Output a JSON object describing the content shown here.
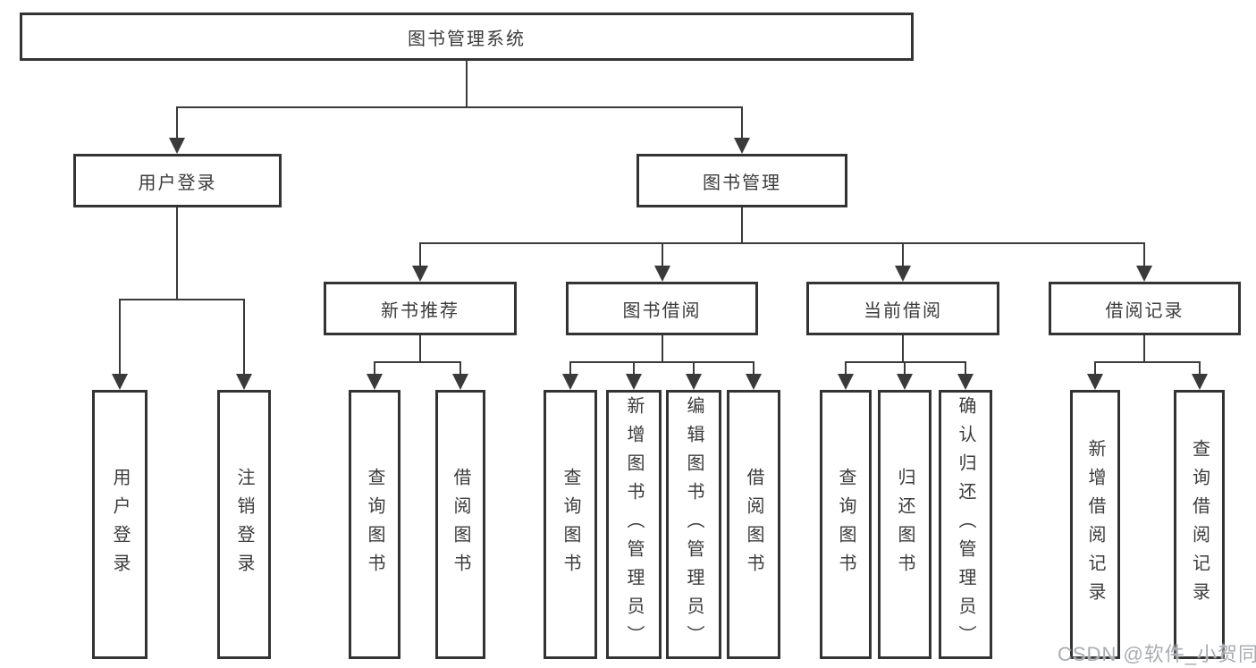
{
  "diagram": {
    "root": {
      "label": "图书管理系统"
    },
    "branches": [
      {
        "label": "用户登录",
        "children": [
          {
            "label": "用户登录"
          },
          {
            "label": "注销登录"
          }
        ]
      },
      {
        "label": "图书管理",
        "children": [
          {
            "label": "新书推荐",
            "children": [
              {
                "label": "查询图书"
              },
              {
                "label": "借阅图书"
              }
            ]
          },
          {
            "label": "图书借阅",
            "children": [
              {
                "label": "查询图书"
              },
              {
                "label": "新增图书（管理员）"
              },
              {
                "label": "编辑图书（管理员）"
              },
              {
                "label": "借阅图书"
              }
            ]
          },
          {
            "label": "当前借阅",
            "children": [
              {
                "label": "查询图书"
              },
              {
                "label": "归还图书"
              },
              {
                "label": "确认归还（管理员）"
              }
            ]
          },
          {
            "label": "借阅记录",
            "children": [
              {
                "label": "新增借阅记录"
              },
              {
                "label": "查询借阅记录"
              }
            ]
          }
        ]
      }
    ],
    "watermark": "CSDN @软件_小贺同学",
    "colors": {
      "box_border": "#333333",
      "connector_line": "#3a3a3a",
      "text": "#3b3b3b",
      "background": "#ffffff",
      "watermark_text": "#a9adb1"
    }
  }
}
